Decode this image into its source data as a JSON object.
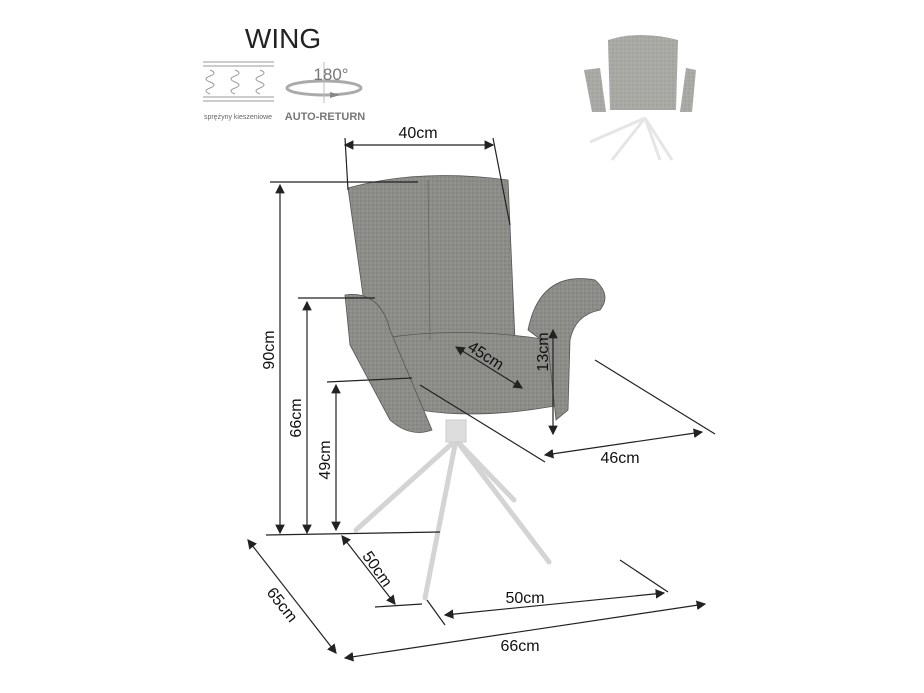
{
  "product": {
    "name": "WING",
    "feature_springs_label": "sprężyny kieszeniowe",
    "feature_rotation_degrees": "180°",
    "feature_rotation_label": "AUTO-RETURN"
  },
  "dimensions": {
    "backrest_width": "40cm",
    "total_height": "90cm",
    "armrest_height": "66cm",
    "seat_height": "49cm",
    "seat_depth": "45cm",
    "armrest_above_seat": "13cm",
    "seat_width": "46cm",
    "base_depth": "50cm",
    "total_depth": "65cm",
    "base_width": "50cm",
    "total_width": "66cm"
  },
  "colors": {
    "fabric": "#8c8c88",
    "fabric_dark": "#6f6f6b",
    "base": "#d9d9d9"
  }
}
